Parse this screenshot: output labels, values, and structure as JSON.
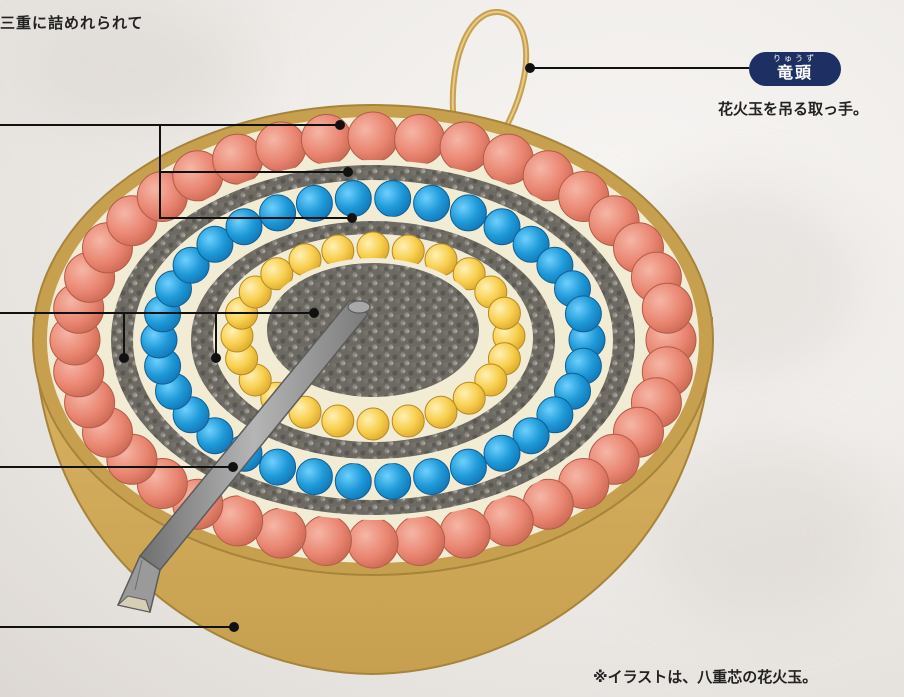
{
  "top_caption": "三重に詰めれられて",
  "label_ryuzu": {
    "ruby": "りゅうず",
    "main": "竜頭"
  },
  "label_ryuzu_desc": "花火玉を吊る取っ手。",
  "footnote": "※イラストは、八重芯の花火玉。",
  "colors": {
    "shell_outer": "#d9b464",
    "shell_inner": "#c4a257",
    "rim": "#c7a04f",
    "paper": "#f3ecd4",
    "outer_stars": "#e98571",
    "middle_stars": "#1f9ad8",
    "inner_stars": "#f8cf4f",
    "powder": "#6d6a63",
    "fuse": "#8f8f8f",
    "leader_line": "#111111",
    "badge": "#1d2f63"
  }
}
